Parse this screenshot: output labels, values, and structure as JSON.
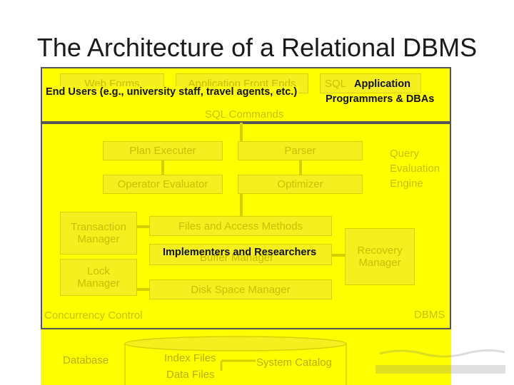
{
  "slide": {
    "title": "The Architecture of a Relational DBMS"
  },
  "top": {
    "web_forms": "Web Forms",
    "app_front_ends": "Application Front Ends",
    "sql_interface": "SQL",
    "end_users": "End Users (e.g., university staff, travel agents, etc.)",
    "app_programmers_line1": "Application",
    "app_programmers_line2": "Programmers & DBAs",
    "sql_commands": "SQL Commands"
  },
  "engine": {
    "plan_executer": "Plan Executer",
    "parser": "Parser",
    "operator_evaluator": "Operator Evaluator",
    "optimizer": "Optimizer",
    "query_eval_line1": "Query",
    "query_eval_line2": "Evaluation",
    "query_eval_line3": "Engine"
  },
  "storage": {
    "transaction_manager_line1": "Transaction",
    "transaction_manager_line2": "Manager",
    "lock_manager_line1": "Lock",
    "lock_manager_line2": "Manager",
    "files_access": "Files and Access Methods",
    "implementers": "Implementers and Researchers",
    "buffer_manager": "Buffer Manager",
    "disk_space": "Disk Space Manager",
    "recovery_line1": "Recovery",
    "recovery_line2": "Manager",
    "concurrency": "Concurrency Control",
    "dbms": "DBMS"
  },
  "database": {
    "label": "Database",
    "index_files": "Index Files",
    "data_files": "Data Files",
    "system_catalog": "System Catalog"
  },
  "colors": {
    "background_yellow": "#ffff00",
    "faint_text": "#c7c000"
  },
  "watermark_icon": "carnegie-mellon-qatar-logo"
}
